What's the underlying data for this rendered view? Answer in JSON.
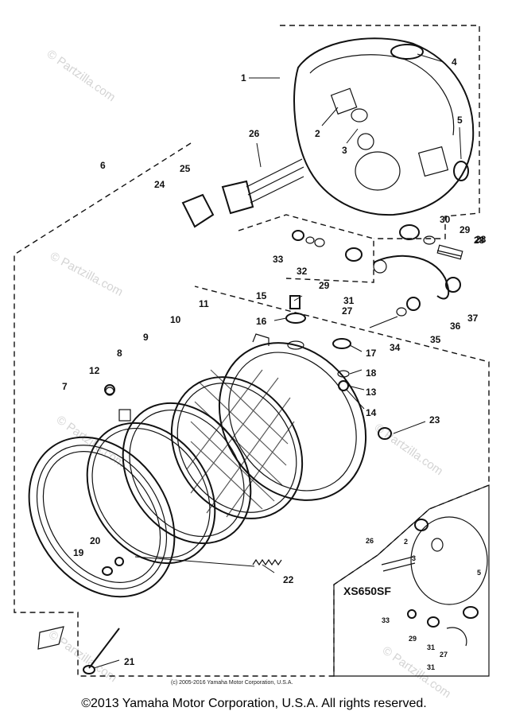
{
  "diagram": {
    "variant_label": "XS650SF",
    "inner_copyright": "(c) 2005-2016 Yamaha Motor Corporation, U.S.A.",
    "footer_copyright": "©2013 Yamaha Motor Corporation, U.S.A. All rights reserved.",
    "watermarks": [
      "© Partzilla.com",
      "© Partzilla.com",
      "© Partzilla.com",
      "© Partzilla.com",
      "© Partzilla.com",
      "© Partzilla.com"
    ],
    "callouts": [
      "1",
      "2",
      "3",
      "4",
      "5",
      "6",
      "7",
      "8",
      "9",
      "10",
      "11",
      "12",
      "13",
      "14",
      "15",
      "16",
      "17",
      "18",
      "19",
      "20",
      "21",
      "22",
      "23",
      "24",
      "25",
      "26",
      "27",
      "28",
      "29",
      "30",
      "31",
      "32",
      "33",
      "34",
      "35",
      "36",
      "37",
      "29",
      "28"
    ],
    "inset_callouts": [
      "2",
      "26",
      "3",
      "5",
      "33",
      "29",
      "31",
      "27",
      "31"
    ]
  }
}
